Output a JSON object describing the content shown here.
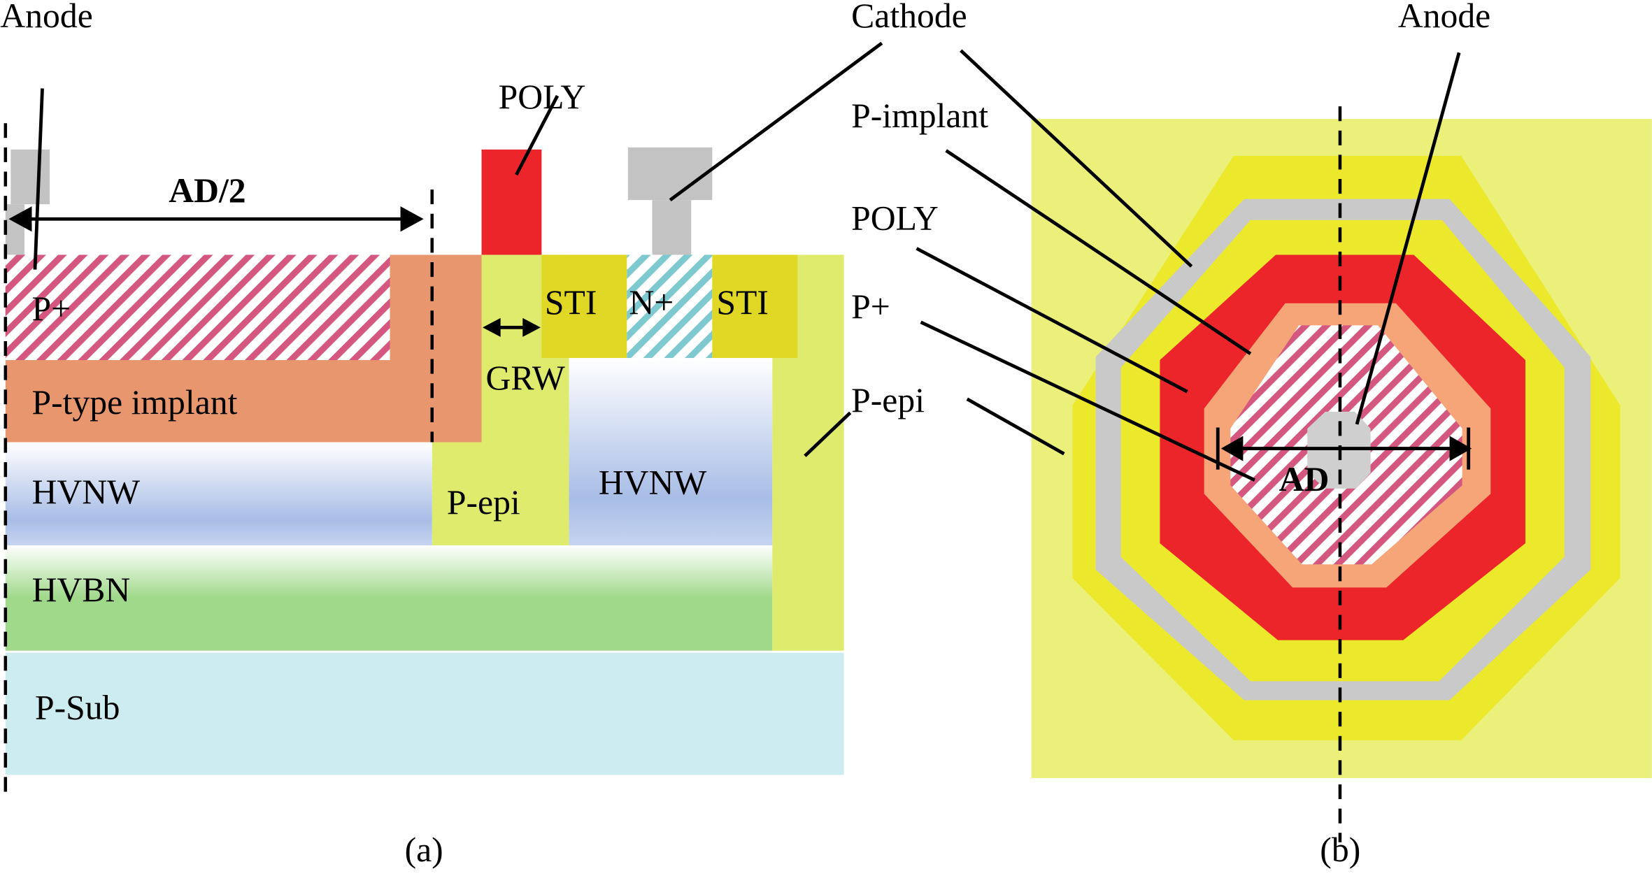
{
  "figure": {
    "panel_a": {
      "caption": "(a)",
      "labels": {
        "anode": "Anode",
        "poly": "POLY",
        "ad_half": "AD/2",
        "p_plus": "P+",
        "p_type_implant": "P-type implant",
        "sti_left": "STI",
        "n_plus": "N+",
        "sti_right": "STI",
        "grw": "GRW",
        "hvnw_left": "HVNW",
        "p_epi": "P-epi",
        "hvnw_right": "HVNW",
        "hvbn": "HVBN",
        "p_sub": "P-Sub"
      }
    },
    "panel_b": {
      "caption": "(b)",
      "labels": {
        "cathode": "Cathode",
        "anode": "Anode",
        "p_implant": "P-implant",
        "poly": "POLY",
        "p_plus": "P+",
        "p_epi": "P-epi",
        "ad": "AD"
      }
    },
    "colors": {
      "p_plus_stripe": "#d4577f",
      "n_plus_stripe": "#7ec8cf",
      "p_implant": "#e8966e",
      "p_implant_light": "#f5a578",
      "poly": "#ec252b",
      "sti": "#e1d826",
      "p_epi": "#dfeb6c",
      "p_epi_light": "#ebf07a",
      "yellow_ring": "#ece82c",
      "metal": "#c6c6c6",
      "hvnw": "#a8bde6",
      "hvbn": "#a0d98a",
      "p_sub": "#cdecf0"
    }
  }
}
